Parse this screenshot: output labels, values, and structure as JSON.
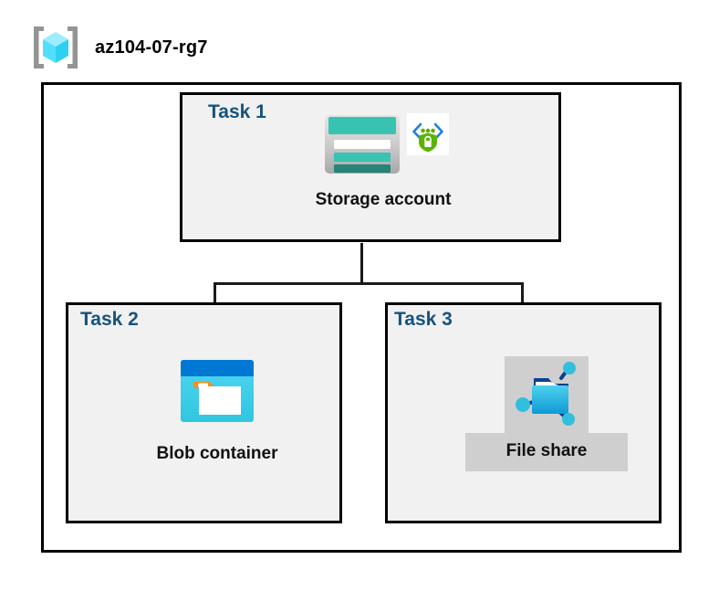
{
  "header": {
    "icon": "resource-group-icon",
    "title": "az104-07-rg7"
  },
  "diagram": {
    "type": "azure-architecture",
    "container_label": "az104-07-rg7",
    "colors": {
      "task_label": "#16537e",
      "box_border": "#000000",
      "box_fill": "#f1f1f1",
      "canvas": "#ffffff",
      "connector": "#1a1a1a",
      "selection_highlight": "#cfcfcf",
      "storage_teal": "#37c2b1",
      "storage_teal_dark": "#268479",
      "blob_blue": "#0078d4",
      "blob_cyan": "#32bedd",
      "blob_orange": "#f78d1e",
      "fileshare_blue": "#32bedd",
      "security_green": "#5cb300",
      "resource_group_cube": "#5ee0fb",
      "resource_group_bracket": "#949494"
    },
    "tasks": [
      {
        "label": "Task 1",
        "node_caption": "Storage account",
        "icons": [
          "storage-account-icon",
          "storage-security-icon"
        ],
        "highlighted": false
      },
      {
        "label": "Task 2",
        "node_caption": "Blob container",
        "icons": [
          "blob-container-icon"
        ],
        "highlighted": false
      },
      {
        "label": "Task 3",
        "node_caption": "File share",
        "icons": [
          "file-share-icon"
        ],
        "highlighted": true
      }
    ],
    "connections": [
      {
        "from": "Storage account",
        "to": "Blob container"
      },
      {
        "from": "Storage account",
        "to": "File share"
      }
    ]
  }
}
